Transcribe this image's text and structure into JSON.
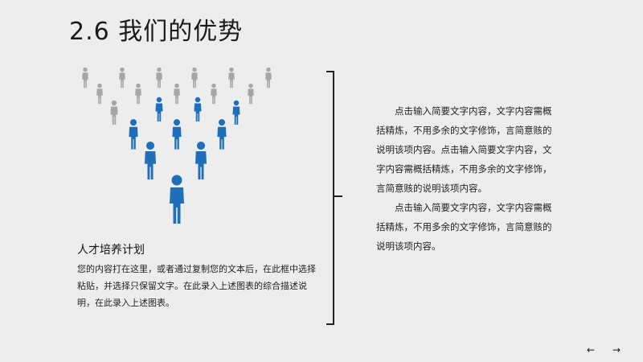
{
  "slide": {
    "title": "2.6 我们的优势",
    "left_heading": "人才培养计划",
    "left_body": "您的内容打在这里，或者通过复制您的文本后，在此框中选择粘贴，并选择只保留文字。在此录入上述图表的综合描述说明，在此录入上述图表。",
    "right_paragraphs": [
      "点击输入简要文字内容，文字内容需概括精炼，不用多余的文字修饰，言简意赅的说明该项内容。点击输入简要文字内容，文字内容需概括精炼，不用多余的文字修饰，言简意赅的说明该项内容。",
      "点击输入简要文字内容，文字内容需概括精炼，不用多余的文字修饰，言简意赅的说明该项内容。"
    ]
  },
  "nav": {
    "prev_icon": "←",
    "next_icon": "→"
  },
  "colors": {
    "accent": "#1f6fb8",
    "muted": "#a6a6a6",
    "background": "#ededed"
  }
}
